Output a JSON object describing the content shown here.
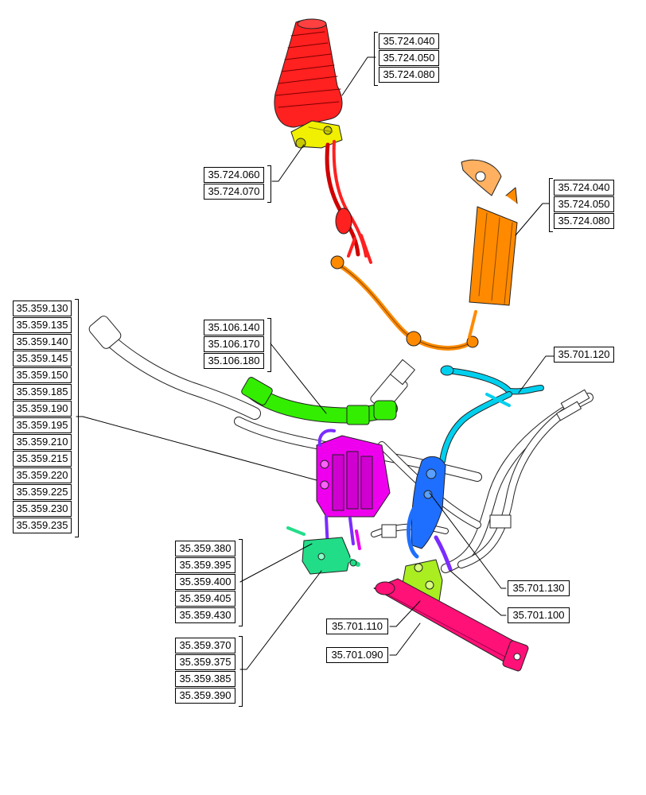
{
  "colors": {
    "boot": "#ff2020",
    "yellow_joint": "#f0f000",
    "orange_lever": "#ff8a00",
    "green_pipe": "#33ee00",
    "cyan_pipe": "#00d0ee",
    "blue_block": "#1e6fff",
    "magenta_valve": "#ee00ee",
    "teal_block": "#22dd88",
    "lime_block": "#aaee22",
    "pink_cylinder": "#ff1177",
    "purple_hose": "#7a2cff"
  },
  "groups": [
    {
      "id": "top-right",
      "labels": [
        "35.724.040",
        "35.724.050",
        "35.724.080"
      ]
    },
    {
      "id": "joint",
      "labels": [
        "35.724.060",
        "35.724.070"
      ]
    },
    {
      "id": "lever",
      "labels": [
        "35.724.040",
        "35.724.050",
        "35.724.080"
      ]
    },
    {
      "id": "green-pipe",
      "labels": [
        "35.106.140",
        "35.106.170",
        "35.106.180"
      ]
    },
    {
      "id": "cyan-pipe",
      "labels": [
        "35.701.120"
      ]
    },
    {
      "id": "valve",
      "labels": [
        "35.359.130",
        "35.359.135",
        "35.359.140",
        "35.359.145",
        "35.359.150",
        "35.359.185",
        "35.359.190",
        "35.359.195",
        "35.359.210",
        "35.359.215",
        "35.359.220",
        "35.359.225",
        "35.359.230",
        "35.359.235"
      ]
    },
    {
      "id": "teal-block",
      "labels": [
        "35.359.380",
        "35.359.395",
        "35.359.400",
        "35.359.405",
        "35.359.430"
      ]
    },
    {
      "id": "fitting",
      "labels": [
        "35.359.370",
        "35.359.375",
        "35.359.385",
        "35.359.390"
      ]
    },
    {
      "id": "blue-block",
      "labels": [
        "35.701.130"
      ]
    },
    {
      "id": "purple-hose",
      "labels": [
        "35.701.100"
      ]
    },
    {
      "id": "lime-block",
      "labels": [
        "35.701.110"
      ]
    },
    {
      "id": "cylinder",
      "labels": [
        "35.701.090"
      ]
    }
  ]
}
